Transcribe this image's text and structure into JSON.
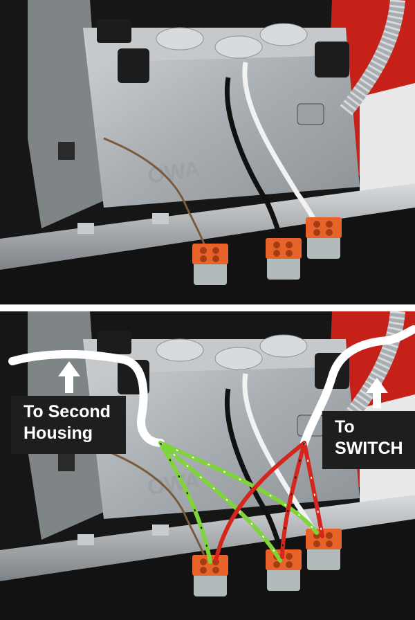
{
  "labels": {
    "second_housing": {
      "line1": "To Second",
      "line2": "Housing"
    },
    "switch": {
      "line1": "To",
      "line2": "SWITCH"
    }
  },
  "colors": {
    "background": "#1a1a1a",
    "box_metal": "#b7bcc0",
    "connector": "#e8632a",
    "ground_wire": "#7a5a3a",
    "hot_wire": "#111111",
    "neutral_wire": "#f2f2f2",
    "green_overlay": "#7fd43a",
    "red_overlay": "#d4261c",
    "white_overlay": "#ffffff",
    "label_bg": "#1e1e1e",
    "label_text": "#ffffff"
  },
  "icons": [
    "arrow-up-icon"
  ]
}
